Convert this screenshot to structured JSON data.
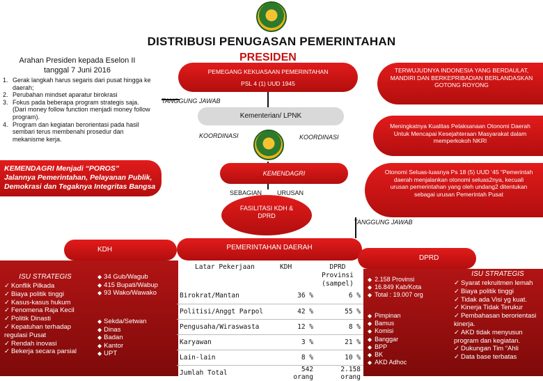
{
  "title": "DISTRIBUSI PENUGASAN PEMERINTAHAN",
  "arahan": {
    "heading_line1": "Arahan Presiden kepada Eselon II",
    "heading_line2": "tanggal 7 Juni 2016",
    "items": [
      {
        "n": "1.",
        "text": "Gerak langkah harus segaris dari pusat hingga ke daerah;"
      },
      {
        "n": "2.",
        "text": "Perubahan mindset aparatur birokrasi"
      },
      {
        "n": "3.",
        "text": "Fokus pada beberapa program strategis saja. (Dari money follow function menjadi money follow program)."
      },
      {
        "n": "4.",
        "text": "Program dan kegiatan berorientasi pada hasil sembari terus membenahi prosedur dan mekanisme kerja."
      }
    ]
  },
  "kemendagri_banner": {
    "line1": "KEMENDAGRI Menjadi “POROS”",
    "line2": "Jalannya Pemerintahan, Pelayanan Publik,",
    "line3": "Demokrasi dan Tegaknya Integritas Bangsa"
  },
  "presiden": {
    "label": "PRESIDEN",
    "sub1": "PEMEGANG KEKUASAAN PEMERINTAHAN",
    "sub2": "PSL 4 (1) UUD 1945"
  },
  "tujuan": "TERWUJUDNYA INDONESIA YANG BERDAULAT, MANDIRI DAN BERKEPRIBADIAN BERLANDASKAN GOTONG ROYONG",
  "tanggung_jawab_top": "TANGGUNG JAWAB",
  "kementerian": "Kementerian/ LPNK",
  "koordinasi_left": "KOORDINASI",
  "koordinasi_right": "KOORDINASI",
  "kualitas": "Meningkatnya Kualitas Pelaksanaan Otonomi Daerah Untuk Mencapai Kesejahteraan Masyarakat dalam memperkokoh NKRI",
  "kemendagri": "KEMENDAGRI",
  "sebagian": "SEBAGIAN",
  "urusan": "URUSAN",
  "otonomi": "Otonomi Seluas-luasnya Ps 18 (5) UUD ‘45 “Pemerintah daerah menjalankan otonomi seluas2nya, kecuali urusan pemerintahan yang oleh undang2 ditentukan sebagai urusan Pemerintah Pusat",
  "fasilitasi": "FASILITASI KDH & DPRD",
  "tanggung_jawab_bottom": "TANGGUNG JAWAB",
  "pemda": "PEMERINTAHAN DAERAH",
  "kdh_label": "KDH",
  "dprd_label": "DPRD",
  "isu_left": {
    "heading": "ISU STRATEGIS",
    "items": [
      "Konflik Pilkada",
      "Biaya politik tinggi",
      "Kasus-kasus hukum",
      "Fenomena Raja Kecil",
      "Politik Dinasti",
      "Kepatuhan terhadap regulasi Pusat",
      "Rendah inovasi",
      "Bekerja secara parsial"
    ]
  },
  "kdh_counts": [
    "34 Gub/Wagub",
    "415 Bupati/Wabup",
    "93 Wako/Wawako"
  ],
  "kdh_staff": [
    "Sekda/Setwan",
    "Dinas",
    "Badan",
    "Kantor",
    "UPT"
  ],
  "table": {
    "headers": [
      "Latar Pekerjaan",
      "KDH",
      "DPRD Provinsi (sampel)"
    ],
    "rows": [
      [
        "Birokrat/Mantan",
        "36 %",
        "6 %"
      ],
      [
        "Politisi/Anggt Parpol",
        "42 %",
        "55 %"
      ],
      [
        "Pengusaha/Wiraswasta",
        "12 %",
        "8 %"
      ],
      [
        "Karyawan",
        "3 %",
        "21 %"
      ],
      [
        "Lain-lain",
        "8 %",
        "10 %"
      ],
      [
        "Jumlah Total",
        "542 orang",
        "2.158 orang"
      ]
    ]
  },
  "dprd_counts": [
    "2.158 Provinsi",
    "16.849 Kab/Kota",
    "Total : 19.007 org"
  ],
  "dprd_staff": [
    "Pimpinan",
    "Bamus",
    "Komisi",
    "Banggar",
    "BPP",
    "BK",
    "AKD Adhoc"
  ],
  "isu_right": {
    "heading": "ISU STRATEGIS",
    "items": [
      "Syarat rekruitmen lemah",
      "Biaya politik tinggi",
      "Tidak ada Visi yg kuat.",
      "Kinerja Tidak Terukur",
      "Pembahasan berorientasi kinerja.",
      "AKD tidak menyusun program dan kegiatan.",
      "Dukungan Tim “Ahli",
      "Data base terbatas"
    ]
  },
  "colors": {
    "red": "#d41616",
    "dark_red": "#8c0b0b",
    "grey": "#d9d9d9"
  }
}
